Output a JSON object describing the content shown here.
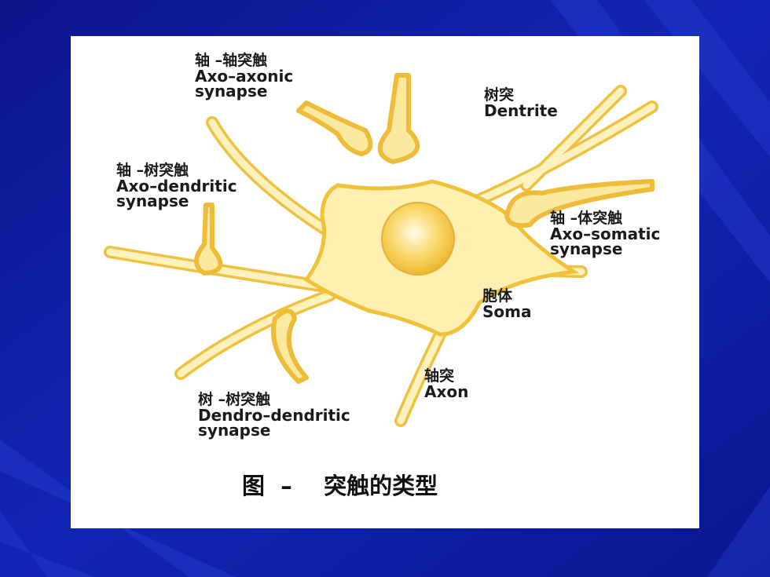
{
  "labels": {
    "axo_axonic": {
      "cn": "轴 –轴突触",
      "en1": "Axo–axonic",
      "en2": "synapse"
    },
    "dendrite": {
      "cn": "树突",
      "en1": "Dentrite"
    },
    "axo_dendritic": {
      "cn": "轴 –树突触",
      "en1": "Axo–dendritic",
      "en2": "synapse"
    },
    "axo_somatic": {
      "cn": "轴 –体突触",
      "en1": "Axo–somatic",
      "en2": "synapse"
    },
    "soma": {
      "cn": "胞体",
      "en1": "Soma"
    },
    "axon": {
      "cn": "轴突",
      "en1": "Axon"
    },
    "dendro_dendritic": {
      "cn": "树 –树突触",
      "en1": "Dendro–dendritic",
      "en2": "synapse"
    }
  },
  "caption": "图  –    突触的类型",
  "colors": {
    "background": "#0a1a9a",
    "neuron_fill": "#fdf0b0",
    "neuron_outline": "#f2c13a",
    "nucleus": "#f7c94a"
  }
}
